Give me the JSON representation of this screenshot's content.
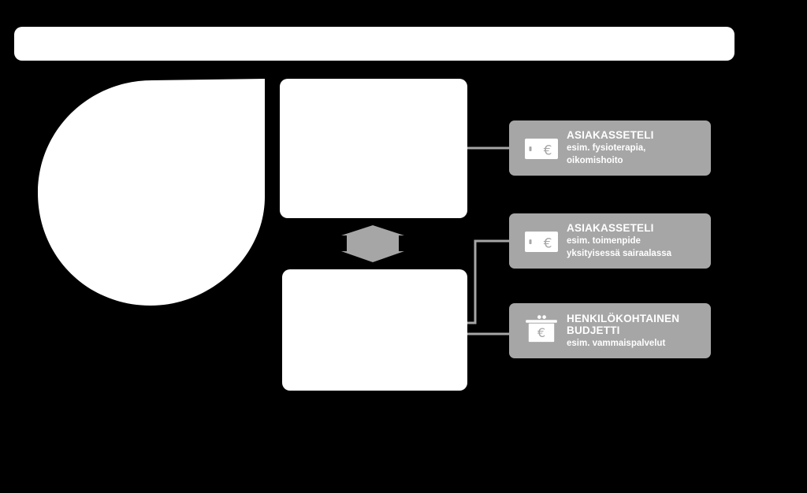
{
  "colors": {
    "background": "#000000",
    "shape_fill": "#ffffff",
    "card_fill": "#a6a6a6",
    "connector": "#a6a6a6"
  },
  "cards": [
    {
      "icon": "euro-card-icon",
      "title": "ASIAKASSETELI",
      "sub_lines": [
        "esim. fysioterapia,",
        "oikomishoito"
      ]
    },
    {
      "icon": "euro-card-icon",
      "title": "ASIAKASSETELI",
      "sub_lines": [
        "esim. toimenpide",
        "yksityisessä sairaalassa"
      ]
    },
    {
      "icon": "euro-wallet-icon",
      "title_lines": [
        "HENKILÖKOHTAINEN",
        "BUDJETTI"
      ],
      "sub_lines": [
        "esim. vammaispalvelut"
      ]
    }
  ]
}
